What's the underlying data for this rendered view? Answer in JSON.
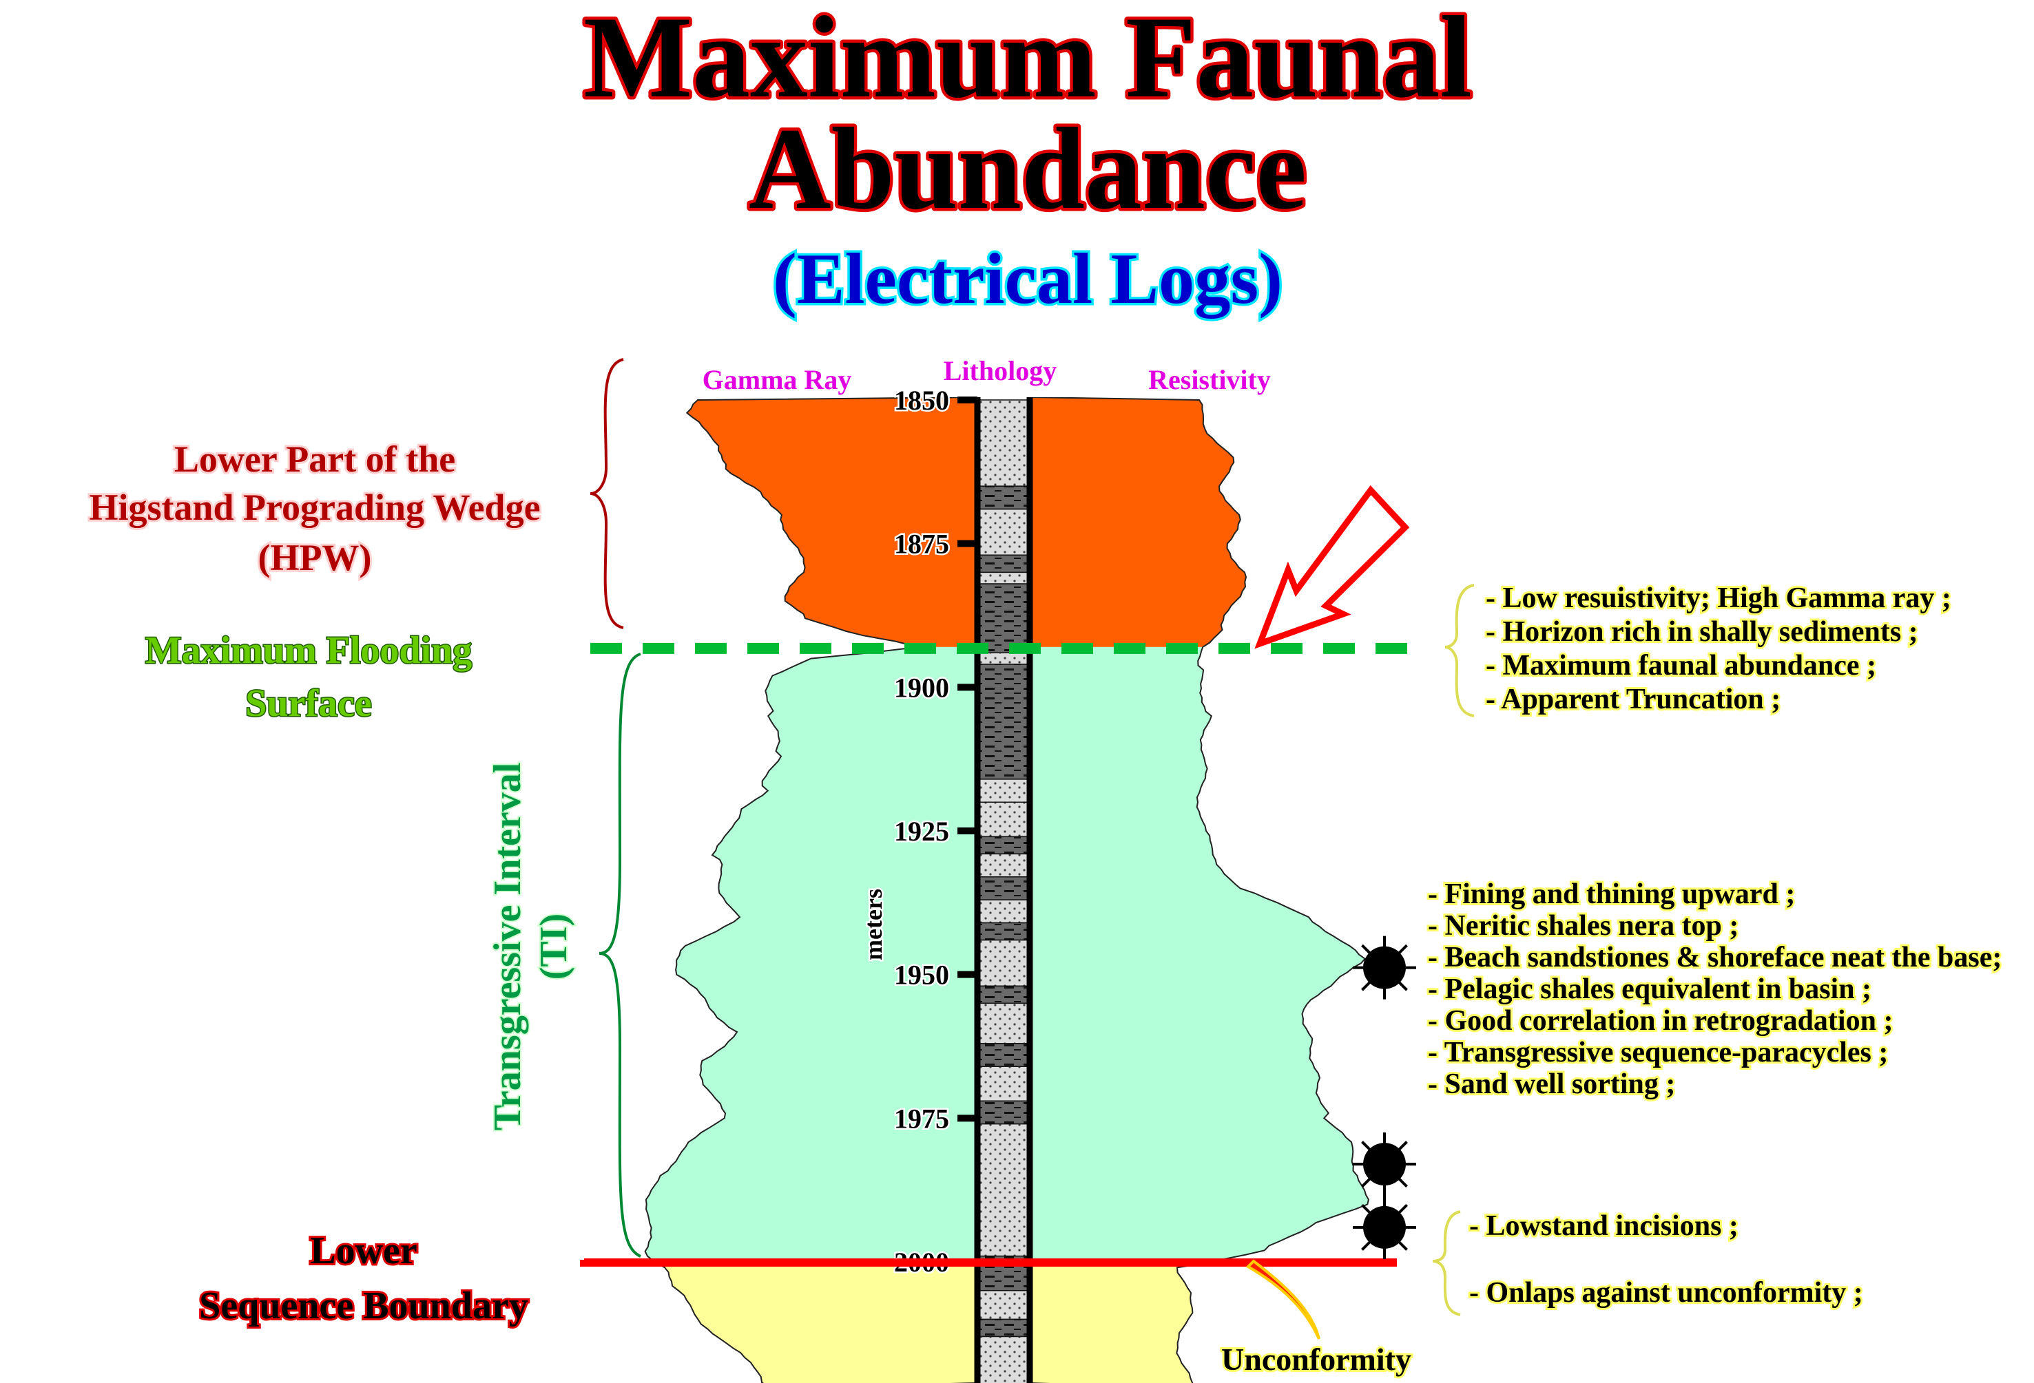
{
  "title": {
    "line1": "Maximum Faunal",
    "line2": "Abundance",
    "subtitle": "(Electrical Logs)"
  },
  "logs": {
    "gamma_ray": "Gamma Ray",
    "lithology": "Lithology",
    "resistivity": "Resistivity",
    "depth_unit": "meters"
  },
  "depth_ticks": [
    "1850",
    "1875",
    "1900",
    "1925",
    "1950",
    "1975",
    "2000"
  ],
  "labels": {
    "hpw": [
      "Lower Part of the",
      "Higstand Prograding Wedge",
      "(HPW)"
    ],
    "mfs": [
      "Maximum Flooding",
      "Surface"
    ],
    "ti": [
      "Transgressive Interval",
      "(TI)"
    ],
    "sb": [
      "Lower",
      "Sequence Boundary"
    ],
    "unconformity": "Unconformity"
  },
  "notes": {
    "mfs": [
      "- Low resuistivity; High Gamma ray ;",
      "- Horizon rich in shally sediments ;",
      "- Maximum faunal abundance ;",
      "- Apparent Truncation ;"
    ],
    "ti": [
      "- Fining and thining upward ;",
      "- Neritic shales nera top ;",
      "- Beach sandstiones & shoreface neat the base;",
      "- Pelagic shales equivalent in basin ;",
      "- Good correlation in retrogradation ;",
      "- Transgressive sequence-paracycles ;",
      "- Sand well sorting ;"
    ],
    "lowstand": [
      "- Lowstand incisions ;",
      "- Onlaps against unconformity ;"
    ]
  },
  "colors": {
    "hpw": "#ff5f00",
    "ti": "#b3ffd9",
    "lowstand": "#ffff99",
    "mfs_line": "#00bb33",
    "sb_line": "#ff0000"
  },
  "surfaces": {
    "mfs_depth": 1893,
    "sb_depth": 2000
  },
  "depth_range": [
    1850,
    2022
  ],
  "gamma_ray": [
    [
      1850,
      80
    ],
    [
      1853,
      84
    ],
    [
      1858,
      74
    ],
    [
      1862,
      72
    ],
    [
      1866,
      62
    ],
    [
      1870,
      56
    ],
    [
      1875,
      54
    ],
    [
      1880,
      50
    ],
    [
      1885,
      56
    ],
    [
      1888,
      50
    ],
    [
      1891,
      33
    ],
    [
      1893,
      17
    ],
    [
      1895,
      48
    ],
    [
      1898,
      60
    ],
    [
      1905,
      60
    ],
    [
      1912,
      58
    ],
    [
      1918,
      62
    ],
    [
      1922,
      70
    ],
    [
      1930,
      76
    ],
    [
      1935,
      74
    ],
    [
      1940,
      70
    ],
    [
      1945,
      84
    ],
    [
      1950,
      88
    ],
    [
      1955,
      78
    ],
    [
      1960,
      70
    ],
    [
      1965,
      80
    ],
    [
      1970,
      78
    ],
    [
      1975,
      74
    ],
    [
      1980,
      84
    ],
    [
      1985,
      93
    ],
    [
      1990,
      95
    ],
    [
      1999,
      97
    ],
    [
      2001,
      92
    ],
    [
      2005,
      88
    ],
    [
      2010,
      80
    ],
    [
      2015,
      72
    ],
    [
      2020,
      62
    ],
    [
      2022,
      60
    ]
  ],
  "resistivity": [
    [
      1850,
      48
    ],
    [
      1855,
      52
    ],
    [
      1860,
      58
    ],
    [
      1865,
      56
    ],
    [
      1870,
      60
    ],
    [
      1875,
      58
    ],
    [
      1880,
      62
    ],
    [
      1885,
      60
    ],
    [
      1890,
      56
    ],
    [
      1893,
      50
    ],
    [
      1897,
      50
    ],
    [
      1905,
      52
    ],
    [
      1915,
      50
    ],
    [
      1925,
      50
    ],
    [
      1935,
      60
    ],
    [
      1940,
      82
    ],
    [
      1945,
      92
    ],
    [
      1948,
      97
    ],
    [
      1952,
      88
    ],
    [
      1956,
      80
    ],
    [
      1962,
      82
    ],
    [
      1968,
      84
    ],
    [
      1975,
      86
    ],
    [
      1980,
      93
    ],
    [
      1985,
      96
    ],
    [
      1990,
      97
    ],
    [
      1994,
      80
    ],
    [
      1998,
      67
    ],
    [
      2001,
      44
    ],
    [
      2008,
      46
    ],
    [
      2015,
      44
    ],
    [
      2022,
      46
    ]
  ],
  "lithology": [
    [
      1850,
      1865,
      "sand"
    ],
    [
      1865,
      1869,
      "shale"
    ],
    [
      1869,
      1877,
      "sand"
    ],
    [
      1877,
      1880,
      "shale"
    ],
    [
      1880,
      1882,
      "sand"
    ],
    [
      1882,
      1894,
      "shale"
    ],
    [
      1894,
      1896,
      "sand"
    ],
    [
      1896,
      1916,
      "shale"
    ],
    [
      1916,
      1920,
      "sand"
    ],
    [
      1920,
      1926,
      "sand"
    ],
    [
      1926,
      1929,
      "shale"
    ],
    [
      1929,
      1933,
      "sand"
    ],
    [
      1933,
      1937,
      "shale"
    ],
    [
      1937,
      1941,
      "sand"
    ],
    [
      1941,
      1944,
      "shale"
    ],
    [
      1944,
      1952,
      "sand"
    ],
    [
      1952,
      1955,
      "shale"
    ],
    [
      1955,
      1962,
      "sand"
    ],
    [
      1962,
      1966,
      "shale"
    ],
    [
      1966,
      1972,
      "sand"
    ],
    [
      1972,
      1976,
      "shale"
    ],
    [
      1976,
      1999,
      "sand"
    ],
    [
      1999,
      2005,
      "shale"
    ],
    [
      2005,
      2010,
      "sand"
    ],
    [
      2010,
      2013,
      "shale"
    ],
    [
      2013,
      2022,
      "sand"
    ]
  ],
  "sun_symbols_depths": [
    1950,
    1983,
    1994
  ]
}
